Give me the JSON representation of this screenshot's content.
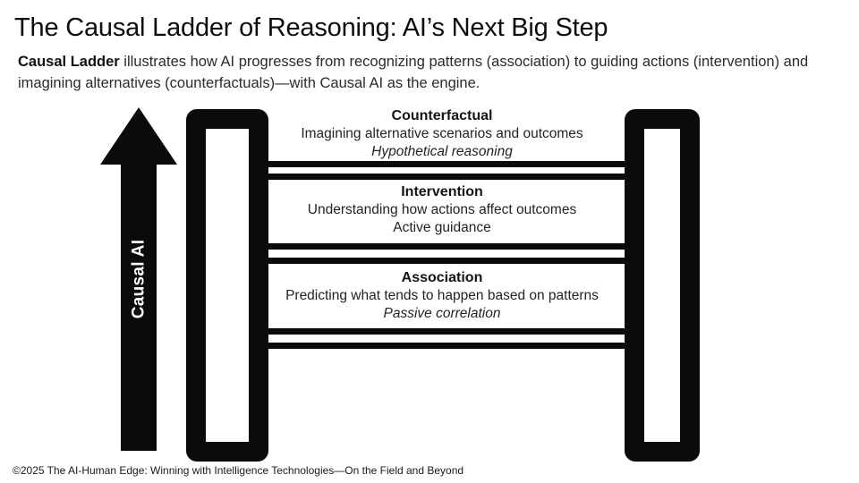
{
  "header": {
    "title": "The Causal Ladder of Reasoning: AI’s Next Big Step",
    "subtitle_lead": "Causal Ladder",
    "subtitle_rest": " illustrates how AI progresses from recognizing patterns (association) to guiding actions (intervention) and imagining alternatives (counterfactuals)—with Causal AI as the engine."
  },
  "diagram": {
    "arrow_label": "Causal AI",
    "arrow_direction": "up",
    "ladder_rungs": 3,
    "steps": [
      {
        "title": "Counterfactual",
        "description": "Imagining alternative scenarios and outcomes",
        "tag": "Hypothetical reasoning",
        "tag_italic": true
      },
      {
        "title": "Intervention",
        "description": "Understanding how actions affect outcomes",
        "tag": "Active guidance",
        "tag_italic": false
      },
      {
        "title": "Association",
        "description": "Predicting what tends to happen based on patterns",
        "tag": "Passive correlation",
        "tag_italic": true
      }
    ]
  },
  "footer": {
    "copyright": "©2025 The AI-Human Edge: Winning with Intelligence Technologies—On the Field and Beyond"
  },
  "colors": {
    "ink": "#0b0b0b",
    "text": "#232323",
    "background": "#ffffff"
  }
}
